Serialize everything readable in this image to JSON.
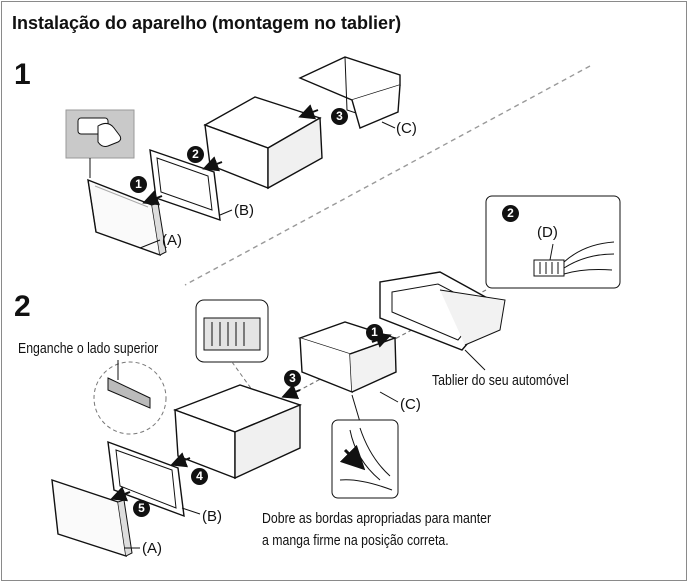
{
  "title": "Instalação do aparelho (montagem no tablier)",
  "steps": {
    "one": "1",
    "two": "2"
  },
  "callouts": [
    "1",
    "2",
    "3",
    "1",
    "2",
    "3",
    "4",
    "5"
  ],
  "labels": {
    "s1_a": "(A)",
    "s1_b": "(B)",
    "s1_c": "(C)",
    "s2_a": "(A)",
    "s2_b": "(B)",
    "s2_c": "(C)",
    "s2_d": "(D)",
    "hook_top": "Enganche o lado superior",
    "dashboard": "Tablier do seu automóvel",
    "bend_note_line1": "Dobre as bordas apropriadas para manter",
    "bend_note_line2": "a manga firme na posição correta."
  }
}
